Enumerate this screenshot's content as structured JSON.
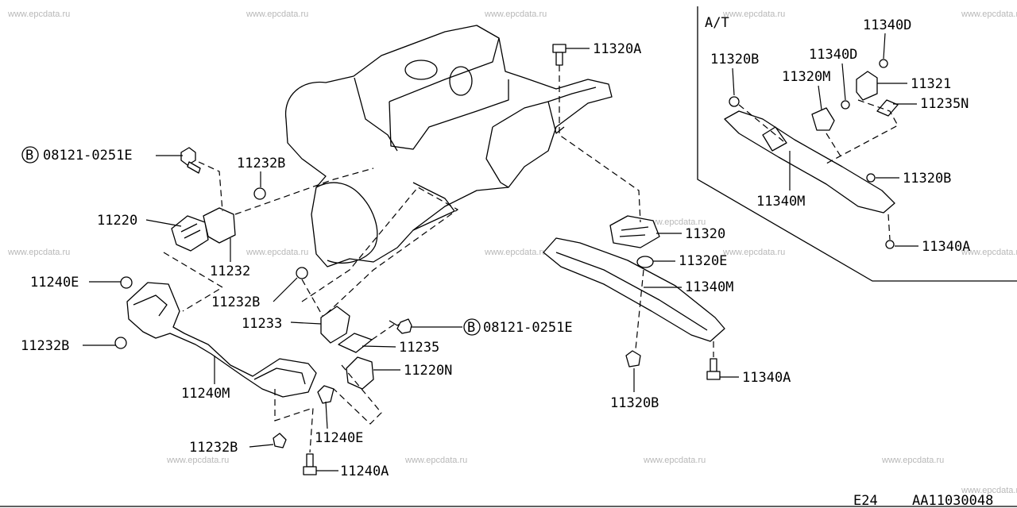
{
  "watermark": "www.epcdata.ru",
  "inset_title": "A/T",
  "footer": {
    "section": "E24",
    "code": "AA11030048"
  },
  "bolt_symbol": "B",
  "labels": {
    "l_08121_top": "08121-0251E",
    "l_11232B_a": "11232B",
    "l_11220": "11220",
    "l_11232": "11232",
    "l_11240E_a": "11240E",
    "l_11232B_b": "11232B",
    "l_11232B_c": "11232B",
    "l_11233": "11233",
    "l_11240M": "11240M",
    "l_11232B_d": "11232B",
    "l_11240E_b": "11240E",
    "l_11240A": "11240A",
    "l_11235": "11235",
    "l_11220N": "11220N",
    "l_08121_mid": "08121-0251E",
    "l_11320A": "11320A",
    "l_11320": "11320",
    "l_11320E": "11320E",
    "l_11340M": "11340M",
    "l_11340A": "11340A",
    "l_11320B": "11320B",
    "i_11340D_a": "11340D",
    "i_11340D_b": "11340D",
    "i_11320B_a": "11320B",
    "i_11320M": "11320M",
    "i_11321": "11321",
    "i_11235N": "11235N",
    "i_11320B_b": "11320B",
    "i_11340M": "11340M",
    "i_11340A": "11340A"
  }
}
